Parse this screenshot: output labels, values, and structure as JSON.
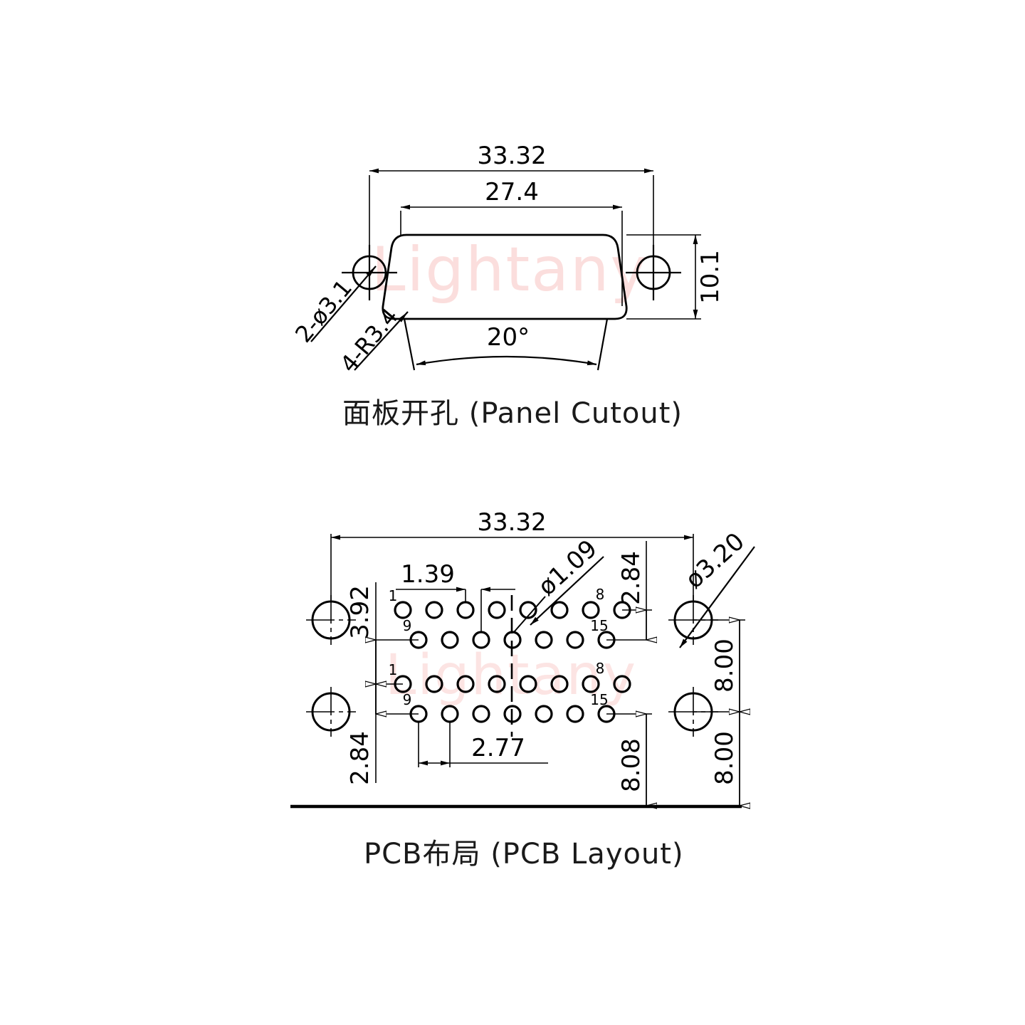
{
  "drawing": {
    "title_panel": "面板开孔 (Panel Cutout)",
    "title_pcb": "PCB布局 (PCB Layout)",
    "watermark": "Lightany",
    "watermark_color": "#fbdedd",
    "line_color": "#000000"
  },
  "panel_cutout": {
    "caption": "面板开孔 (Panel Cutout)",
    "dimensions": {
      "overall_width": "33.32",
      "opening_width": "27.4",
      "height": "10.1",
      "angle": "20°",
      "screw_holes": "2-ø3.1",
      "corner_radius": "4-R3.4"
    }
  },
  "pcb_layout": {
    "caption": "PCB布局 (PCB Layout)",
    "dimensions": {
      "overall_width": "33.32",
      "pin_pitch_row_offset": "1.39",
      "row_pitch": "2.77",
      "top_edge_offset": "3.92",
      "row_group_gap": "2.84",
      "row_vertical_pitch": "2.84",
      "pin_hole_dia": "ø1.09",
      "mount_hole_dia": "ø3.20",
      "bottom_offset_pins": "8.08",
      "mount_hole_spacing_upper": "8.00",
      "mount_hole_spacing_lower": "8.00"
    },
    "pin_labels": {
      "upper_group_first": "1",
      "upper_group_last": "8",
      "upper_group_second_first": "9",
      "upper_group_second_last": "15",
      "lower_group_first": "1",
      "lower_group_last": "8",
      "lower_group_second_first": "9",
      "lower_group_second_last": "15"
    },
    "pin_counts": {
      "row_a": 8,
      "row_b": 7,
      "groups": 2,
      "total_per_group": 15
    }
  }
}
